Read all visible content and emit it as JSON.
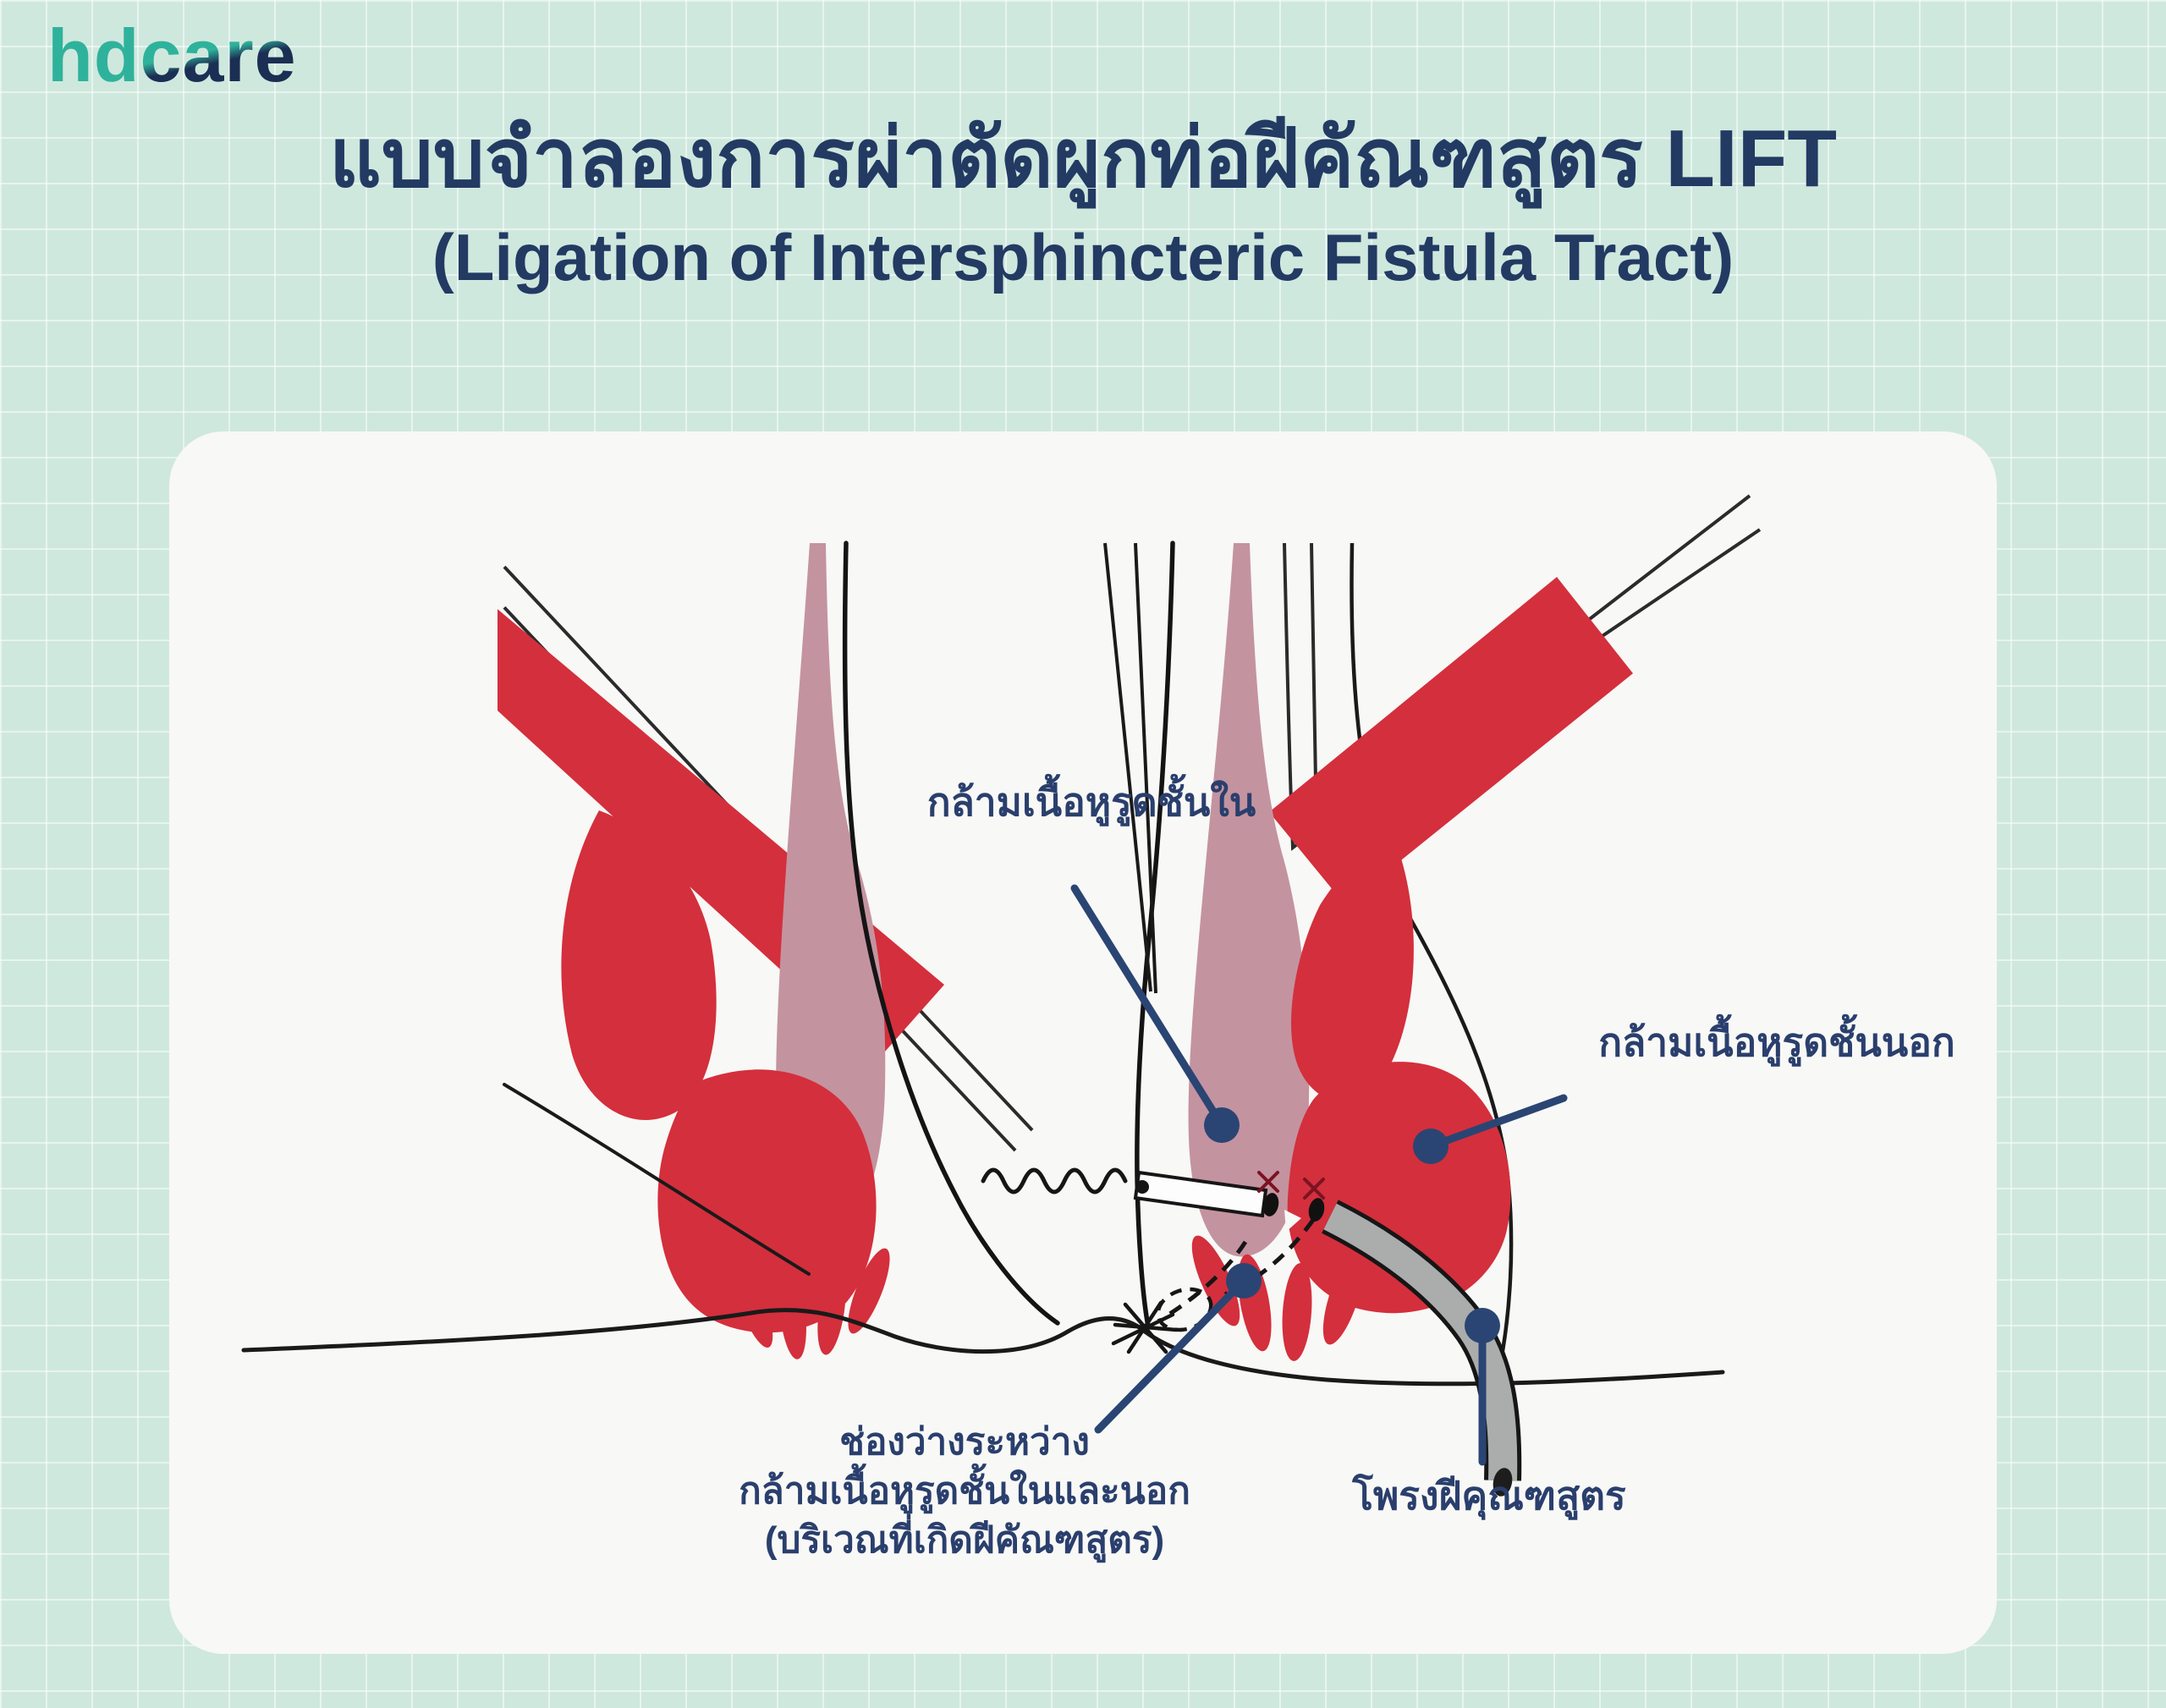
{
  "logo": {
    "part1": "hd",
    "part2": "care"
  },
  "header": {
    "title_th": "แบบจำลองการผ่าตัดผูกท่อฝีคัณฑสูตร LIFT",
    "title_en": "(Ligation of Intersphincteric Fistula Tract)"
  },
  "diagram": {
    "labels": {
      "internal_sphincter": "กล้ามเนื้อหูรูดชั้นใน",
      "external_sphincter": "กล้ามเนื้อหูรูดชั้นนอก",
      "intersphincteric_line1": "ช่องว่างระหว่าง",
      "intersphincteric_line2": "กล้ามเนื้อหูรูดชั้นในและนอก",
      "intersphincteric_line3": "(บริเวณที่เกิดฝีคัณฑสูตร)",
      "fistula_cavity": "โพรงฝีคุณฑสูตร"
    },
    "colors": {
      "background_mint": "#cfe8de",
      "card_white": "#f8f8f6",
      "brand_teal": "#2fb29b",
      "brand_navy": "#1b2e53",
      "title_navy": "#233a63",
      "label_navy": "#2a3f6d",
      "leader_navy": "#2a4573",
      "muscle_red": "#d42f3c",
      "sphincter_pink": "#c493a0",
      "seton_gray": "#abadac",
      "outline_black": "#1a1a1a",
      "suture_maroon": "#7c1322"
    }
  }
}
